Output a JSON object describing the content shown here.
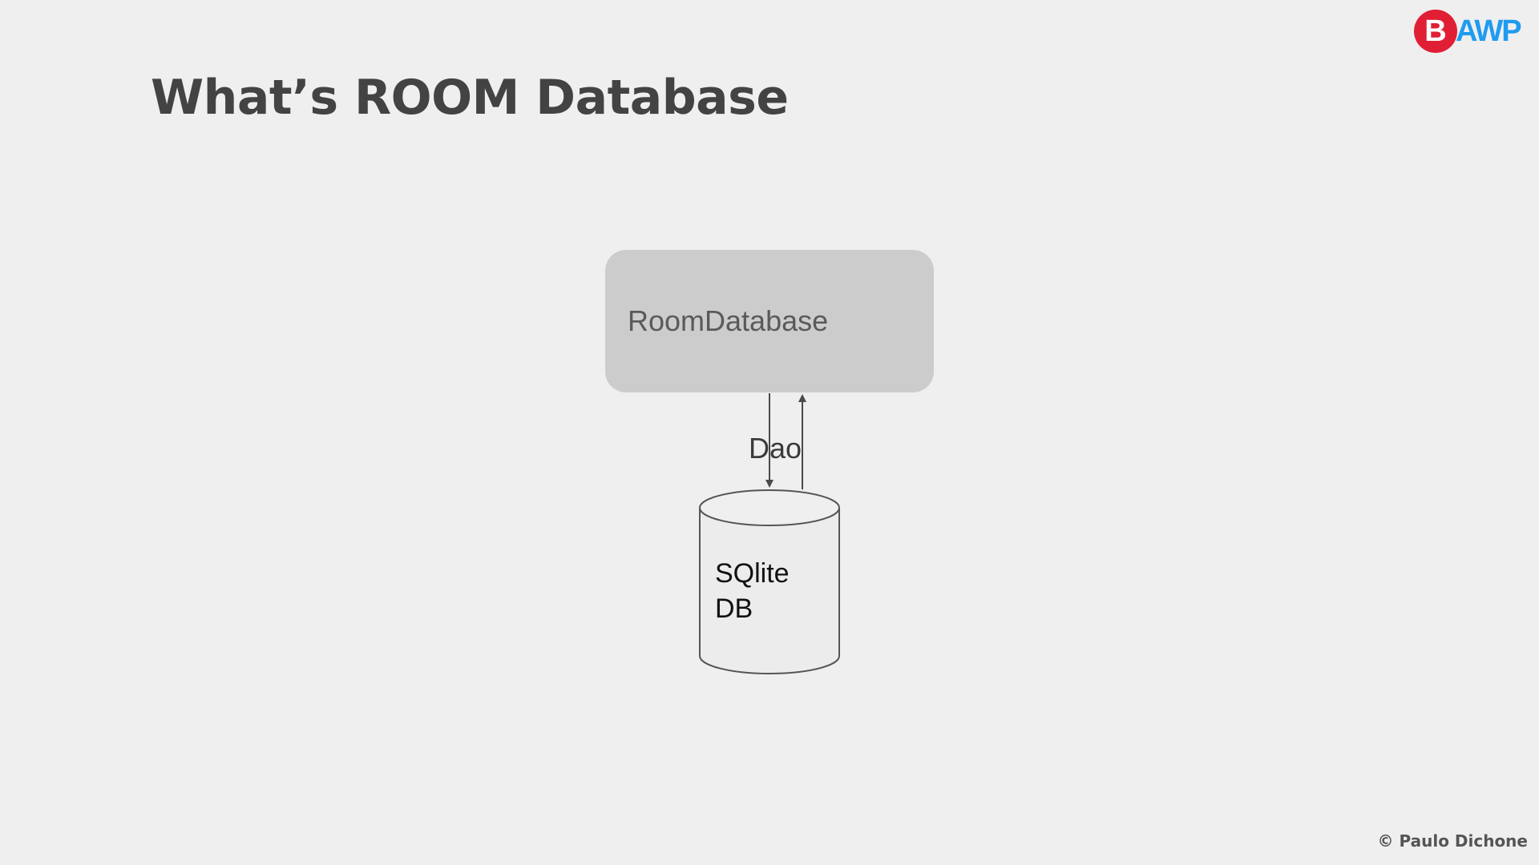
{
  "slide": {
    "title": "What’s ROOM Database",
    "copyright": "© Paulo Dichone"
  },
  "logo": {
    "letter": "B",
    "rest": "AWP",
    "icon": "bawp-logo-icon",
    "badge_color": "#e01f35",
    "text_color": "#1f9bf0"
  },
  "diagram": {
    "room_box_label": "RoomDatabase",
    "connector_label": "Dao",
    "db_label_line1": "SQlite",
    "db_label_line2": "DB",
    "box_fill": "#cccccc",
    "cylinder_fill": "#ececec",
    "stroke_color": "#555555"
  }
}
